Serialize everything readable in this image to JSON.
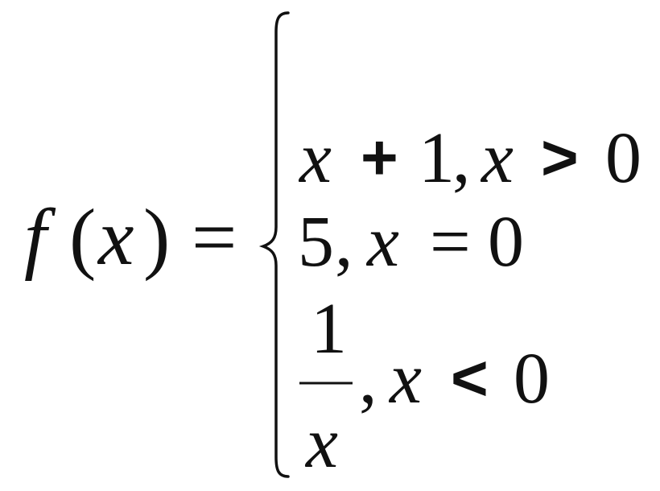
{
  "formula": {
    "lhs": {
      "func": "f",
      "open_paren": "(",
      "var": "x",
      "close_paren": ")",
      "equals": "="
    },
    "cases": [
      {
        "expr_var": "x",
        "plus": "+",
        "one": "1",
        "comma": ",",
        "cond_var": "x",
        "relation": ">",
        "cond_value": "0"
      },
      {
        "value": "5",
        "comma": ",",
        "cond_var": "x",
        "relation": "=",
        "cond_value": "0"
      },
      {
        "numerator": "1",
        "denominator": "x",
        "comma": ",",
        "cond_var": "x",
        "relation": "<",
        "cond_value": "0"
      }
    ]
  }
}
